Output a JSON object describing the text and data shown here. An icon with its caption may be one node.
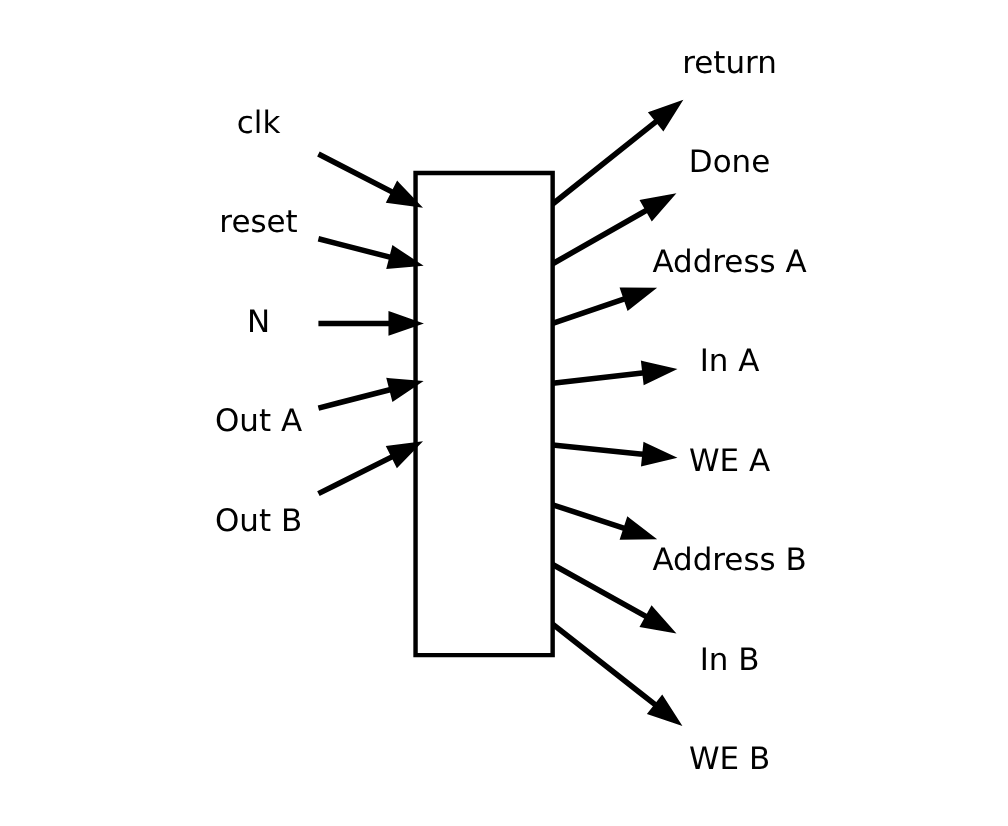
{
  "diagram": {
    "nodes": [
      {
        "text": [],
        "shape": "box"
      },
      {
        "text": [
          "clk"
        ]
      },
      {
        "text": [
          "reset"
        ]
      },
      {
        "text": [
          "N"
        ]
      },
      {
        "text": [
          "Out A"
        ]
      },
      {
        "text": [
          "Out B"
        ]
      },
      {
        "text": [
          "return"
        ]
      },
      {
        "text": [
          "Done"
        ]
      },
      {
        "text": [
          "Address A"
        ]
      },
      {
        "text": [
          "In A"
        ]
      },
      {
        "text": [
          "WE A"
        ]
      },
      {
        "text": [
          "Address B"
        ]
      },
      {
        "text": [
          "In B"
        ]
      },
      {
        "text": [
          "WE B"
        ]
      }
    ],
    "edges": [
      {
        "from": 1,
        "to": 0,
        "arrow": "to"
      },
      {
        "from": 2,
        "to": 0,
        "arrow": "to"
      },
      {
        "from": 3,
        "to": 0,
        "arrow": "to"
      },
      {
        "from": 4,
        "to": 0,
        "arrow": "to"
      },
      {
        "from": 5,
        "to": 0,
        "arrow": "to"
      },
      {
        "from": 0,
        "to": 6,
        "arrow": "to"
      },
      {
        "from": 0,
        "to": 7,
        "arrow": "to"
      },
      {
        "from": 0,
        "to": 8,
        "arrow": "to"
      },
      {
        "from": 0,
        "to": 9,
        "arrow": "to"
      },
      {
        "from": 0,
        "to": 10,
        "arrow": "to"
      },
      {
        "from": 0,
        "to": 11,
        "arrow": "to"
      },
      {
        "from": 0,
        "to": 12,
        "arrow": "to"
      },
      {
        "from": 0,
        "to": 13,
        "arrow": "to"
      }
    ]
  }
}
